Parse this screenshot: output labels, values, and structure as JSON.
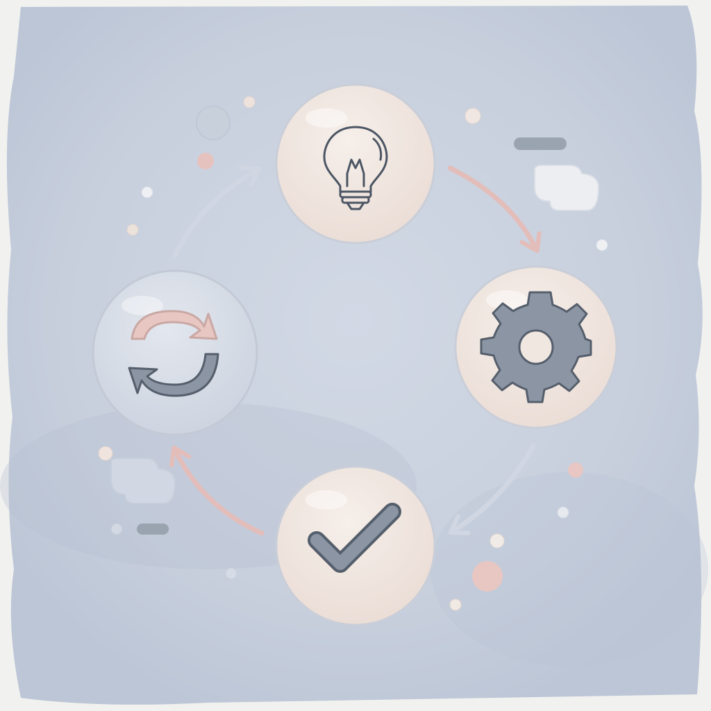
{
  "diagram": {
    "type": "cycle",
    "stages": [
      {
        "id": "idea",
        "icon": "lightbulb-icon",
        "interactable": true
      },
      {
        "id": "process",
        "icon": "gear-icon",
        "interactable": true
      },
      {
        "id": "done",
        "icon": "checkmark-icon",
        "interactable": true
      },
      {
        "id": "repeat",
        "icon": "refresh-cycle-icon",
        "interactable": true
      }
    ],
    "connections": [
      {
        "from": "idea",
        "to": "process",
        "color": "#e7c3c0"
      },
      {
        "from": "process",
        "to": "done",
        "color": "#d3d9e4"
      },
      {
        "from": "done",
        "to": "repeat",
        "color": "#e7c3c0"
      },
      {
        "from": "repeat",
        "to": "idea",
        "color": "#d3d9e4"
      }
    ]
  },
  "colors": {
    "paper": "#f1f1ef",
    "wash": "#c9d1df",
    "node_warm": "#efe5df",
    "node_cool": "#d6dce7",
    "icon_stroke": "#4b5563",
    "icon_fill": "#8c95a3",
    "accent_pink": "#e6c2bf",
    "accent_gray": "#9aa3b0"
  }
}
